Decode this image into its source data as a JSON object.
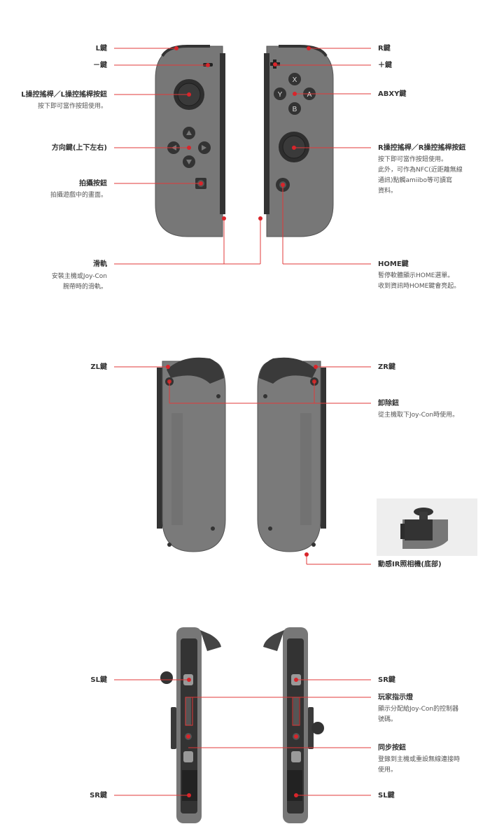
{
  "colors": {
    "accent": "#d9252b",
    "controller": "#7a7a7a",
    "dark": "#2d2d2d",
    "line": "#e03a3a"
  },
  "section1": {
    "l_button": "L鍵",
    "minus_button": "－鍵",
    "l_stick": "L操控搖桿／L操控搖桿按鈕",
    "l_stick_desc": "按下即可當作按鈕使用。",
    "dpad": "方向鍵(上下左右)",
    "capture": "拍攝按鈕",
    "capture_desc": "拍攝遊戲中的畫面。",
    "rail": "滑軌",
    "rail_desc_1": "安裝主機或Joy-Con",
    "rail_desc_2": "腕帶時的滑軌。",
    "r_button": "R鍵",
    "plus_button": "＋鍵",
    "abxy": "ABXY鍵",
    "r_stick": "R操控搖桿／R操控搖桿按鈕",
    "r_stick_desc_1": "按下即可當作按鈕使用。",
    "r_stick_desc_2": "此外，可作為NFC(近距離無線",
    "r_stick_desc_3": "通訊)點觸amiibo等可讀寫",
    "r_stick_desc_4": "資料。",
    "home": "HOME鍵",
    "home_desc_1": "暫停軟體顯示HOME選單。",
    "home_desc_2": "收到資訊時HOME鍵會亮起。",
    "btn_x": "X",
    "btn_y": "Y",
    "btn_a": "A",
    "btn_b": "B"
  },
  "section2": {
    "zl": "ZL鍵",
    "zr": "ZR鍵",
    "release": "卸除鈕",
    "release_desc": "從主機取下Joy-Con時使用。",
    "ir_camera": "動感IR照相機(底部)"
  },
  "section3": {
    "sl_left": "SL鍵",
    "sr_left": "SR鍵",
    "sr_right": "SR鍵",
    "indicator": "玩家指示燈",
    "indicator_desc_1": "顯示分配給Joy-Con的控制器",
    "indicator_desc_2": "號碼。",
    "sync": "同步按鈕",
    "sync_desc_1": "登錄到主機或重設無線連接時",
    "sync_desc_2": "使用。",
    "sl_right": "SL鍵"
  }
}
